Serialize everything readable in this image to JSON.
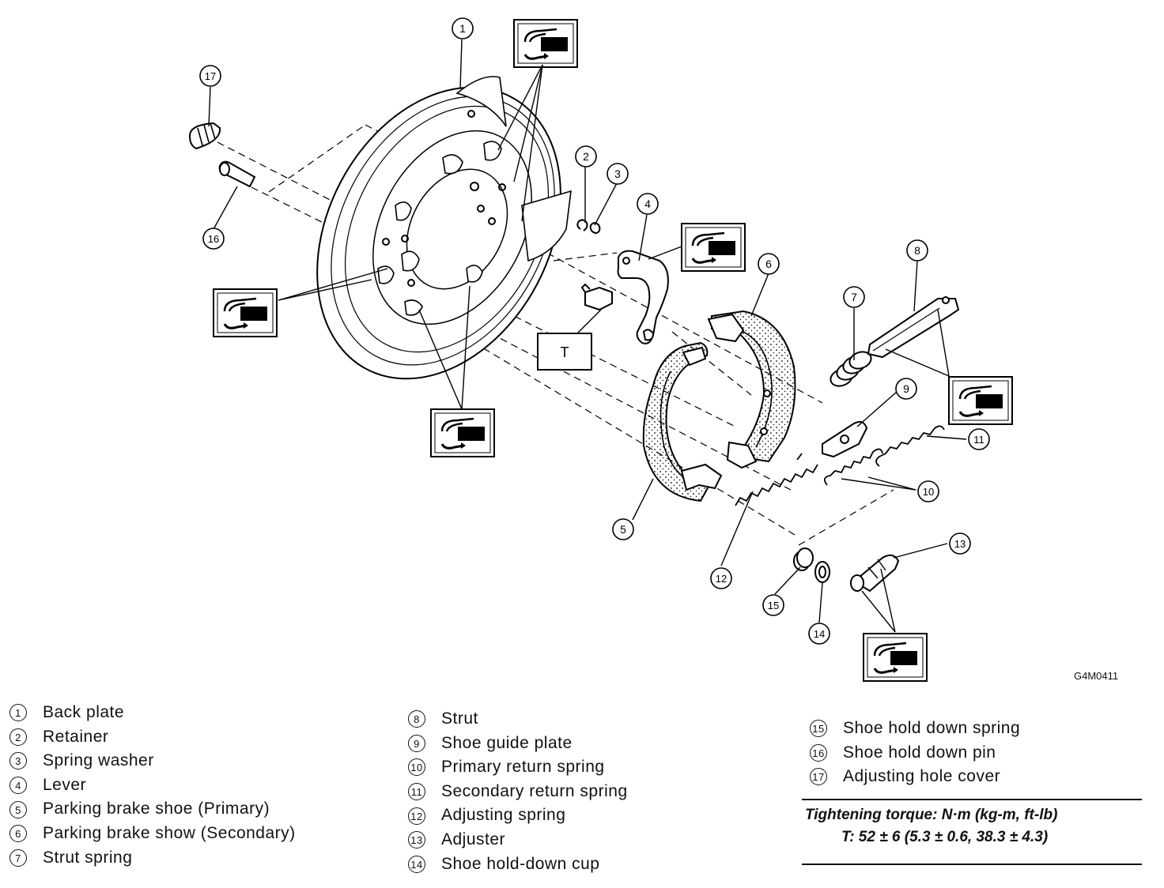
{
  "figure_id": "G4M0411",
  "torque_box_label": "T",
  "callouts": [
    "1",
    "2",
    "3",
    "4",
    "5",
    "6",
    "7",
    "8",
    "9",
    "10",
    "11",
    "12",
    "13",
    "14",
    "15",
    "16",
    "17"
  ],
  "legend": {
    "col1": [
      {
        "num": "1",
        "label": "Back plate"
      },
      {
        "num": "2",
        "label": "Retainer"
      },
      {
        "num": "3",
        "label": "Spring washer"
      },
      {
        "num": "4",
        "label": "Lever"
      },
      {
        "num": "5",
        "label": "Parking brake shoe (Primary)"
      },
      {
        "num": "6",
        "label": "Parking brake show (Secondary)"
      },
      {
        "num": "7",
        "label": "Strut spring"
      }
    ],
    "col2": [
      {
        "num": "8",
        "label": "Strut"
      },
      {
        "num": "9",
        "label": "Shoe guide plate"
      },
      {
        "num": "10",
        "label": "Primary return spring"
      },
      {
        "num": "11",
        "label": "Secondary return spring"
      },
      {
        "num": "12",
        "label": "Adjusting spring"
      },
      {
        "num": "13",
        "label": "Adjuster"
      },
      {
        "num": "14",
        "label": "Shoe hold-down cup"
      }
    ],
    "col3": [
      {
        "num": "15",
        "label": "Shoe hold down spring"
      },
      {
        "num": "16",
        "label": "Shoe hold down pin"
      },
      {
        "num": "17",
        "label": "Adjusting hole cover"
      }
    ]
  },
  "torque": {
    "title": "Tightening torque: N·m (kg-m, ft-lb)",
    "value": "T: 52 ± 6 (5.3 ± 0.6, 38.3 ± 4.3)"
  },
  "icon": "grease-apply-icon"
}
